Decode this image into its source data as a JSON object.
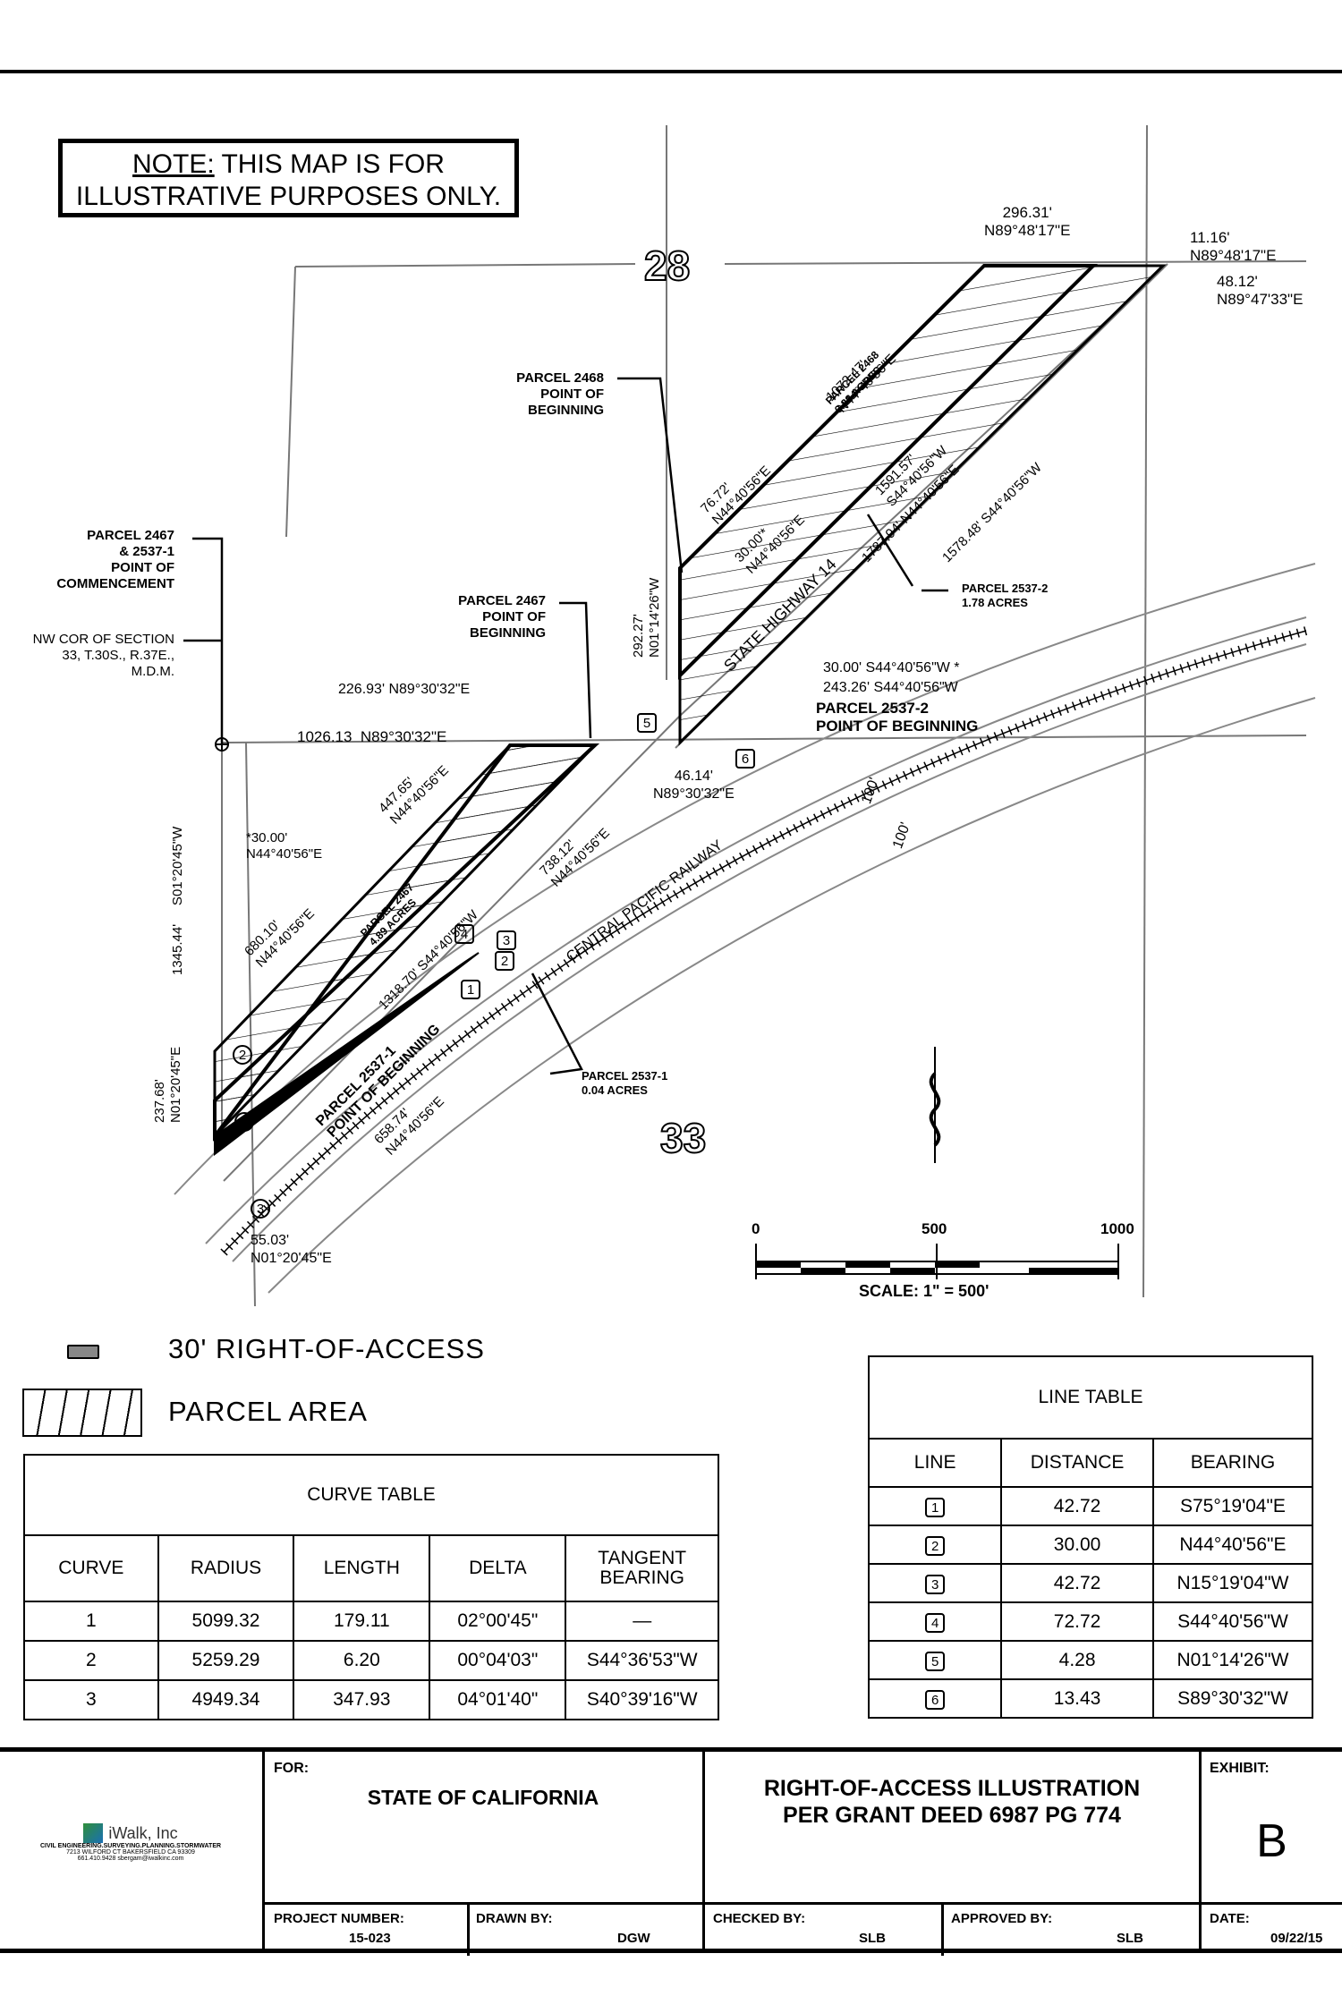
{
  "note": {
    "label": "NOTE:",
    "text_line1": "THIS MAP IS FOR",
    "text_line2": "ILLUSTRATIVE PURPOSES ONLY."
  },
  "sections": {
    "s28": "28",
    "s33": "33"
  },
  "map_labels": {
    "p2468_pob": [
      "PARCEL 2468",
      "POINT OF",
      "BEGINNING"
    ],
    "p2467_comm": [
      "PARCEL 2467",
      "& 2537-1",
      "POINT OF",
      "COMMENCEMENT"
    ],
    "nw_cor": [
      "NW COR OF SECTION",
      "33, T.30S., R.37E.,",
      "M.D.M."
    ],
    "p2467_pob": [
      "PARCEL 2467",
      "POINT OF",
      "BEGINNING"
    ],
    "p2537_2_pob": [
      "PARCEL 2537-2",
      "POINT OF BEGINNING"
    ],
    "p2537_2_area": [
      "PARCEL 2537-2",
      "1.78 ACRES"
    ],
    "p2537_1_area": [
      "PARCEL 2537-1",
      "0.04 ACRES"
    ],
    "p2468_area": [
      "PARCEL 2468",
      "6.88 ACRES"
    ],
    "p2467_area": [
      "PARCEL 2467",
      "4.89 ACRES"
    ],
    "p2537_1_pob": [
      "PARCEL 2537-1",
      "POINT OF BEGINNING"
    ],
    "highway": "STATE HIGHWAY 14",
    "railway": "CENTRAL PACIFIC RAILWAY",
    "dim_100a": "100'",
    "dim_100b": "100'"
  },
  "dims": {
    "d1": [
      "296.31'",
      "N89°48'17\"E"
    ],
    "d2": [
      "11.16'",
      "N89°48'17\"E"
    ],
    "d3": [
      "48.12'",
      "N89°47'33\"E"
    ],
    "d4": [
      "1072.47'",
      "N44°40'56\"E"
    ],
    "d5": [
      "1591.57'",
      "S44°40'56\"W"
    ],
    "d6": [
      "76.72'",
      "N44°40'56\"E"
    ],
    "d7": [
      "30.00'*",
      "N44°40'56\"E"
    ],
    "d8": [
      "1787.94'",
      "N44°40'56\"E"
    ],
    "d9": [
      "1578.48'",
      "S44°40'56\"W"
    ],
    "d10": [
      "292.27'",
      "N01°14'26\"W"
    ],
    "d11": [
      "30.00'",
      "S44°40'56\"W *"
    ],
    "d12": [
      "243.26'",
      "S44°40'56\"W"
    ],
    "d13": [
      "226.93'",
      "N89°30'32\"E"
    ],
    "d14": [
      "1026.13",
      "N89°30'32\"E"
    ],
    "d15": [
      "46.14'",
      "N89°30'32\"E"
    ],
    "d16": [
      "447.65'",
      "N44°40'56\"E"
    ],
    "d17": [
      "*30.00'",
      "N44°40'56\"E"
    ],
    "d18": [
      "738.12'",
      "N44°40'56\"E"
    ],
    "d19": [
      "680.10'",
      "N44°40'56\"E"
    ],
    "d20": [
      "1318.70'",
      "S44°40'56\"W"
    ],
    "d21": [
      "658.74'",
      "N44°40'56\"E"
    ],
    "d22": [
      "1345.44'",
      "S01°20'45\"W"
    ],
    "d23": [
      "237.68'",
      "N01°20'45\"E"
    ],
    "d24": [
      "55.03'",
      "N01°20'45\"E"
    ]
  },
  "scale": {
    "t0": "0",
    "t500": "500",
    "t1000": "1000",
    "label": "SCALE: 1\" = 500'"
  },
  "legend": {
    "row": "30' RIGHT-OF-ACCESS",
    "area": "PARCEL AREA"
  },
  "curve_table": {
    "title": "CURVE TABLE",
    "headers": [
      "CURVE",
      "RADIUS",
      "LENGTH",
      "DELTA",
      "TANGENT BEARING"
    ],
    "rows": [
      [
        "1",
        "5099.32",
        "179.11",
        "02°00'45\"",
        "—"
      ],
      [
        "2",
        "5259.29",
        "6.20",
        "00°04'03\"",
        "S44°36'53\"W"
      ],
      [
        "3",
        "4949.34",
        "347.93",
        "04°01'40\"",
        "S40°39'16\"W"
      ]
    ]
  },
  "line_table": {
    "title": "LINE TABLE",
    "headers": [
      "LINE",
      "DISTANCE",
      "BEARING"
    ],
    "rows": [
      [
        "1",
        "42.72",
        "S75°19'04\"E"
      ],
      [
        "2",
        "30.00",
        "N44°40'56\"E"
      ],
      [
        "3",
        "42.72",
        "N15°19'04\"W"
      ],
      [
        "4",
        "72.72",
        "S44°40'56\"W"
      ],
      [
        "5",
        "4.28",
        "N01°14'26\"W"
      ],
      [
        "6",
        "13.43",
        "S89°30'32\"W"
      ]
    ]
  },
  "title_block": {
    "company": "iWalk, Inc",
    "company_sub1": "CIVIL ENGINEERING.SURVEYING.PLANNING.STORMWATER",
    "company_sub2": "7213 WILFORD CT  BAKERSFIELD  CA  93309",
    "company_sub3": "661.410.9428  sbergam@iwalkinc.com",
    "for_label": "FOR:",
    "for_value": "STATE OF CALIFORNIA",
    "title_line1": "RIGHT-OF-ACCESS ILLUSTRATION",
    "title_line2": "PER GRANT DEED 6987 PG 774",
    "exhibit_label": "EXHIBIT:",
    "exhibit_value": "B",
    "project_label": "PROJECT NUMBER:",
    "project_value": "15-023",
    "drawn_label": "DRAWN BY:",
    "drawn_value": "DGW",
    "checked_label": "CHECKED BY:",
    "checked_value": "SLB",
    "approved_label": "APPROVED BY:",
    "approved_value": "SLB",
    "date_label": "DATE:",
    "date_value": "09/22/15"
  }
}
